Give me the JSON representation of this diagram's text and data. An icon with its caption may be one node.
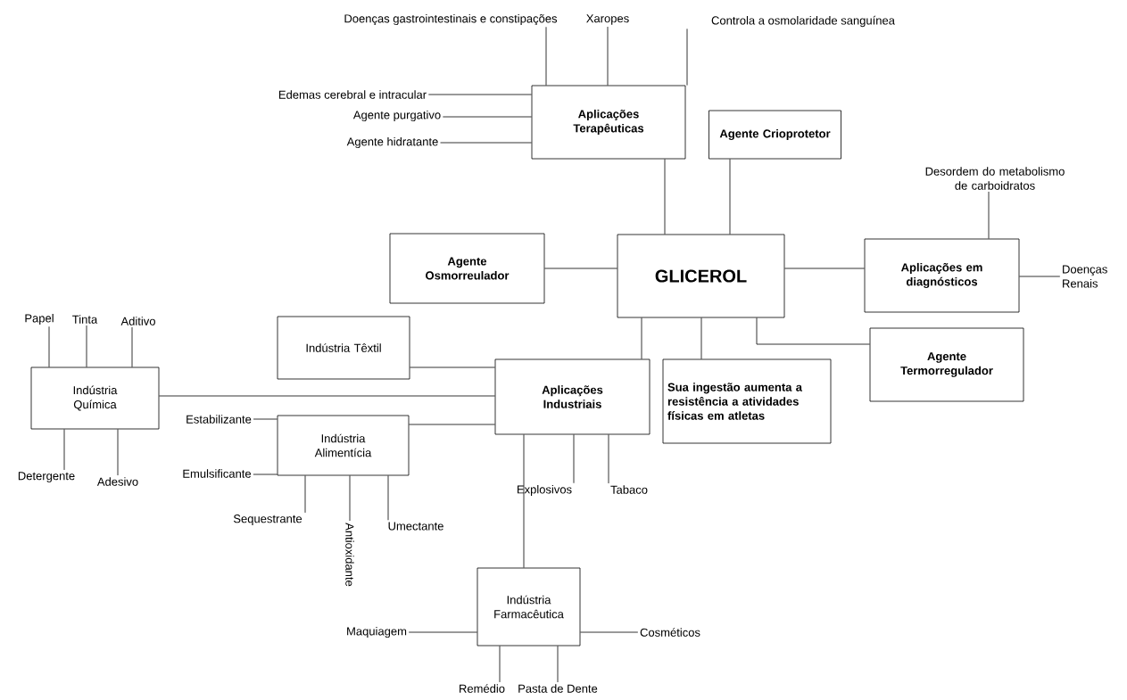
{
  "diagram": {
    "nodes": [
      {
        "text": [
          "GLICEROL"
        ]
      },
      {
        "text": [
          "Aplicações Terapêuticas"
        ]
      },
      {
        "text": [
          "Agente Crioprotetor"
        ]
      },
      {
        "text": [
          "Agente Osmorreulador"
        ]
      },
      {
        "text": [
          "Aplicações em diagnósticos"
        ]
      },
      {
        "text": [
          "Indústria Têxtil"
        ]
      },
      {
        "text": [
          "Aplicações Industriais"
        ]
      },
      {
        "text": [
          "Sua ingestão aumenta a resistência a atividades físicas em atletas"
        ]
      },
      {
        "text": [
          "Agente Termorregulador"
        ]
      },
      {
        "text": [
          "Indústria Química"
        ]
      },
      {
        "text": [
          "Indústria Alimentícia"
        ]
      },
      {
        "text": [
          "Indústria Farmacêutica"
        ]
      },
      {
        "text": [
          "Doenças gastrointestinais e constipações"
        ]
      },
      {
        "text": [
          "Xaropes"
        ]
      },
      {
        "text": [
          "Controla a osmolaridade sanguínea"
        ]
      },
      {
        "text": [
          "Edemas cerebral e intracular"
        ]
      },
      {
        "text": [
          "Agente purgativo"
        ]
      },
      {
        "text": [
          "Agente hidratante"
        ]
      },
      {
        "text": [
          "Desordem do metabolismo de carboidratos"
        ]
      },
      {
        "text": [
          "Doenças Renais"
        ]
      },
      {
        "text": [
          "Papel"
        ]
      },
      {
        "text": [
          "Tinta"
        ]
      },
      {
        "text": [
          "Aditivo"
        ]
      },
      {
        "text": [
          "Detergente"
        ]
      },
      {
        "text": [
          "Adesivo"
        ]
      },
      {
        "text": [
          "Estabilizante"
        ]
      },
      {
        "text": [
          "Emulsificante"
        ]
      },
      {
        "text": [
          "Sequestrante"
        ]
      },
      {
        "text": [
          "Antioxidante"
        ]
      },
      {
        "text": [
          "Umectante"
        ]
      },
      {
        "text": [
          "Explosivos"
        ]
      },
      {
        "text": [
          "Tabaco"
        ]
      },
      {
        "text": [
          "Maquiagem"
        ]
      },
      {
        "text": [
          "Cosméticos"
        ]
      },
      {
        "text": [
          "Remédio"
        ]
      },
      {
        "text": [
          "Pasta de Dente"
        ]
      }
    ],
    "edges": [
      {
        "from": 0,
        "to": 1,
        "arrow": "none"
      },
      {
        "from": 0,
        "to": 2,
        "arrow": "none"
      },
      {
        "from": 0,
        "to": 3,
        "arrow": "none"
      },
      {
        "from": 0,
        "to": 4,
        "arrow": "none"
      },
      {
        "from": 0,
        "to": 6,
        "arrow": "none"
      },
      {
        "from": 0,
        "to": 7,
        "arrow": "none"
      },
      {
        "from": 0,
        "to": 8,
        "arrow": "none"
      },
      {
        "from": 1,
        "to": 12,
        "arrow": "none"
      },
      {
        "from": 1,
        "to": 13,
        "arrow": "none"
      },
      {
        "from": 1,
        "to": 14,
        "arrow": "none"
      },
      {
        "from": 1,
        "to": 15,
        "arrow": "none"
      },
      {
        "from": 1,
        "to": 16,
        "arrow": "none"
      },
      {
        "from": 1,
        "to": 17,
        "arrow": "none"
      },
      {
        "from": 4,
        "to": 18,
        "arrow": "none"
      },
      {
        "from": 4,
        "to": 19,
        "arrow": "none"
      },
      {
        "from": 6,
        "to": 5,
        "arrow": "none"
      },
      {
        "from": 6,
        "to": 9,
        "arrow": "none"
      },
      {
        "from": 6,
        "to": 10,
        "arrow": "none"
      },
      {
        "from": 6,
        "to": 11,
        "arrow": "none"
      },
      {
        "from": 6,
        "to": 30,
        "arrow": "none"
      },
      {
        "from": 6,
        "to": 31,
        "arrow": "none"
      },
      {
        "from": 9,
        "to": 20,
        "arrow": "none"
      },
      {
        "from": 9,
        "to": 21,
        "arrow": "none"
      },
      {
        "from": 9,
        "to": 22,
        "arrow": "none"
      },
      {
        "from": 9,
        "to": 23,
        "arrow": "none"
      },
      {
        "from": 9,
        "to": 24,
        "arrow": "none"
      },
      {
        "from": 10,
        "to": 25,
        "arrow": "none"
      },
      {
        "from": 10,
        "to": 26,
        "arrow": "none"
      },
      {
        "from": 10,
        "to": 27,
        "arrow": "none"
      },
      {
        "from": 10,
        "to": 28,
        "arrow": "none"
      },
      {
        "from": 10,
        "to": 29,
        "arrow": "none"
      },
      {
        "from": 11,
        "to": 32,
        "arrow": "none"
      },
      {
        "from": 11,
        "to": 33,
        "arrow": "none"
      },
      {
        "from": 11,
        "to": 34,
        "arrow": "none"
      },
      {
        "from": 11,
        "to": 35,
        "arrow": "none"
      }
    ]
  }
}
